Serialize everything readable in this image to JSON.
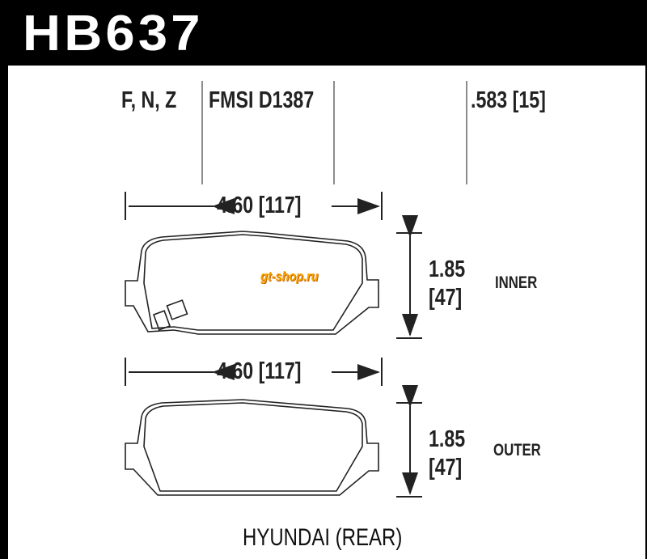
{
  "part_number": "HB637",
  "compounds": "F, N, Z",
  "fmsi": "FMSI D1387",
  "thickness": ".583 [15]",
  "inner": {
    "width": "4.60 [117]",
    "height": "1.85",
    "height_mm": "[47]",
    "label": "INNER"
  },
  "outer": {
    "width": "4.60 [117]",
    "height": "1.85",
    "height_mm": "[47]",
    "label": "OUTER"
  },
  "vehicle": "HYUNDAI (REAR)",
  "watermark": "gt-shop.ru"
}
